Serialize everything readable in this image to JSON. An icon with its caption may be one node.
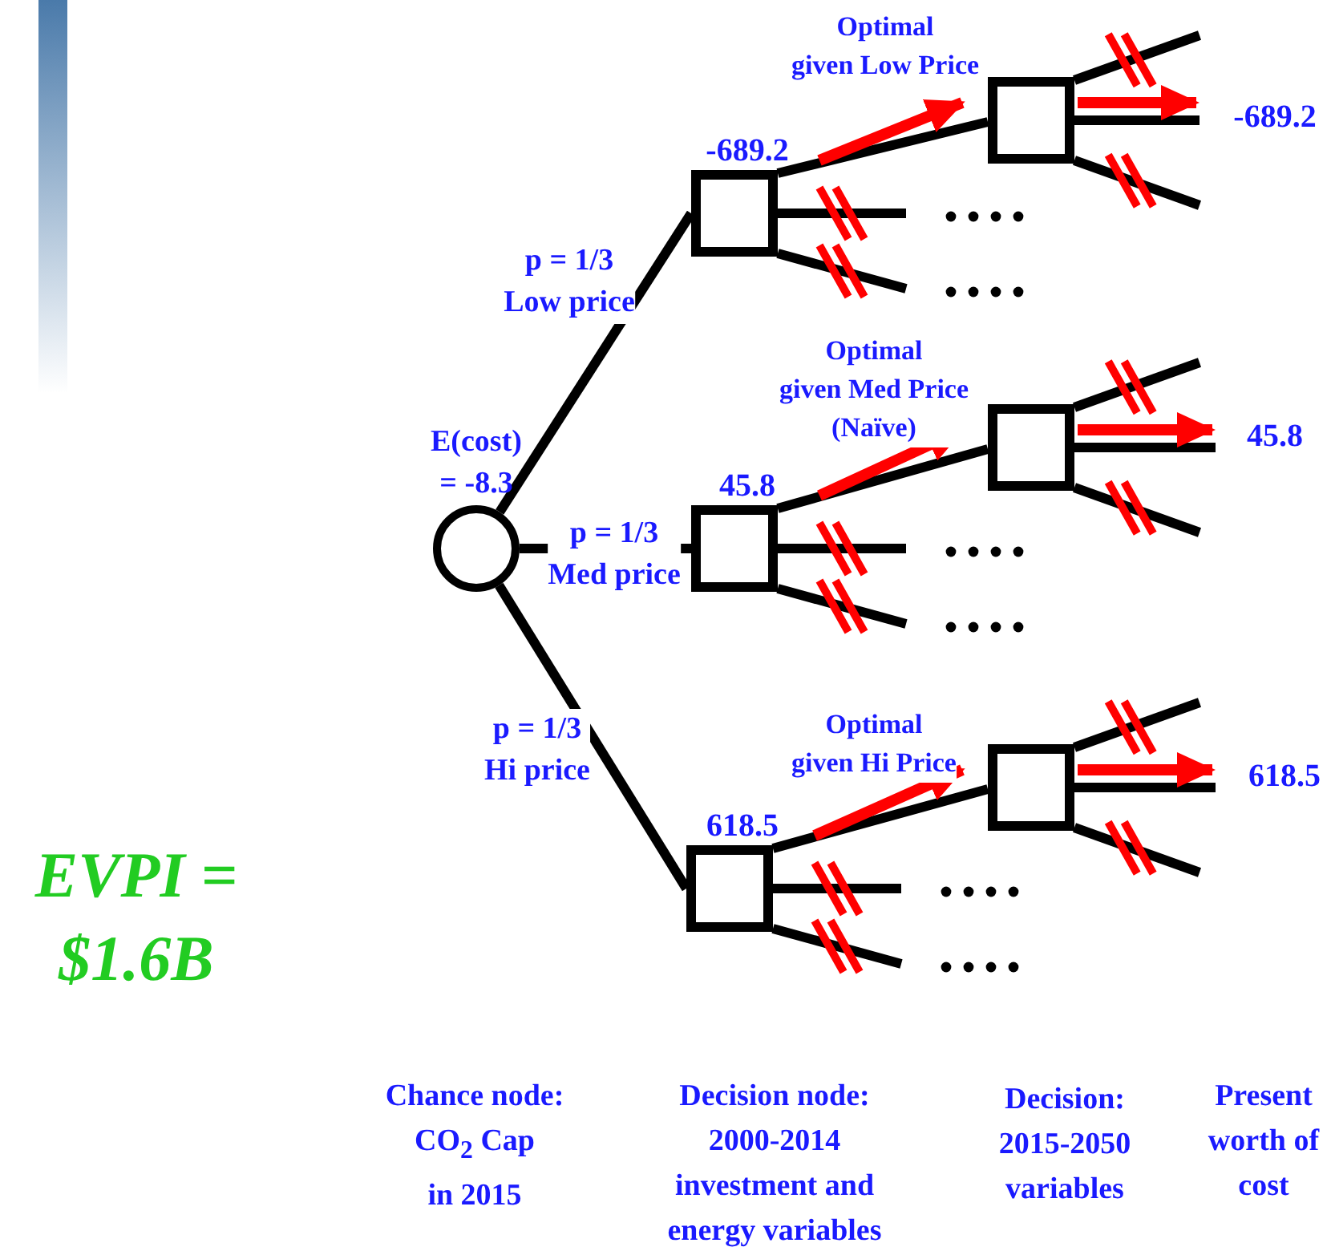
{
  "diagram": {
    "nodes": [
      {
        "text": [
          "E(cost) = -8.3"
        ]
      },
      {
        "text": [
          "-689.2"
        ]
      },
      {
        "text": [
          "45.8"
        ]
      },
      {
        "text": [
          "618.5"
        ]
      },
      {
        "text": [],
        "shape": "box"
      },
      {
        "text": [],
        "shape": "box"
      },
      {
        "text": [],
        "shape": "box"
      },
      {
        "text": [
          "-689.2"
        ]
      },
      {
        "text": [
          "45.8"
        ]
      },
      {
        "text": [
          "618.5"
        ]
      },
      {
        "text": [],
        "shape": "bar"
      }
    ],
    "edges": [
      {
        "from": 0,
        "to": 1,
        "arrow": "none",
        "label": "p = 1/3 Low price"
      },
      {
        "from": 0,
        "to": 2,
        "arrow": "none",
        "label": "p = 1/3 Med price"
      },
      {
        "from": 0,
        "to": 3,
        "arrow": "none",
        "label": "p = 1/3 Hi price"
      },
      {
        "from": 1,
        "to": 4,
        "arrow": "none"
      },
      {
        "from": 1,
        "to": 4,
        "arrow": "to",
        "color": "#ff0000",
        "label": "Optimal given Low Price"
      },
      {
        "from": 1,
        "to": null,
        "arrow": "none"
      },
      {
        "from": 1,
        "to": null,
        "arrow": "none"
      },
      {
        "from": 2,
        "to": 5,
        "arrow": "none"
      },
      {
        "from": 2,
        "to": 5,
        "arrow": "to",
        "color": "#ff0000",
        "label": "Optimal given Med Price (Naïve)"
      },
      {
        "from": 2,
        "to": null,
        "arrow": "none"
      },
      {
        "from": 2,
        "to": null,
        "arrow": "none"
      },
      {
        "from": 3,
        "to": 6,
        "arrow": "none"
      },
      {
        "from": 3,
        "to": 6,
        "arrow": "to",
        "color": "#ff0000",
        "label": "Optimal given Hi Price"
      },
      {
        "from": 3,
        "to": null,
        "arrow": "none"
      },
      {
        "from": 3,
        "to": null,
        "arrow": "none"
      },
      {
        "from": 4,
        "to": 7,
        "arrow": "none"
      },
      {
        "from": 4,
        "to": 7,
        "arrow": "to",
        "color": "#ff0000"
      },
      {
        "from": 4,
        "to": null,
        "arrow": "none"
      },
      {
        "from": 4,
        "to": null,
        "arrow": "none"
      },
      {
        "from": 5,
        "to": 8,
        "arrow": "none"
      },
      {
        "from": 5,
        "to": 8,
        "arrow": "to",
        "color": "#ff0000"
      },
      {
        "from": 5,
        "to": null,
        "arrow": "none"
      },
      {
        "from": 5,
        "to": null,
        "arrow": "none"
      },
      {
        "from": 6,
        "to": 9,
        "arrow": "none"
      },
      {
        "from": 6,
        "to": 9,
        "arrow": "to",
        "color": "#ff0000"
      },
      {
        "from": 6,
        "to": null,
        "arrow": "none"
      },
      {
        "from": 6,
        "to": null,
        "arrow": "none"
      }
    ],
    "labels": [
      "EVPI = $1.6B",
      "Chance node: CO$_{2}$ Cap in 2015",
      "Decision node: 2000-2014 investment and energy variables",
      "Decision: 2015-2050 variables",
      "Present worth of cost"
    ]
  }
}
